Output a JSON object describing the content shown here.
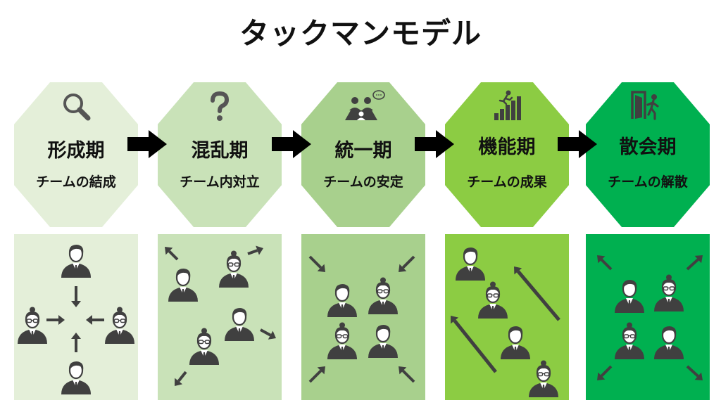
{
  "title": "タックマンモデル",
  "stages": [
    {
      "name": "形成期",
      "subtitle": "チームの結成",
      "icon": "magnifier-icon",
      "color": "#e4efd9"
    },
    {
      "name": "混乱期",
      "subtitle": "チーム内対立",
      "icon": "question-mark-icon",
      "color": "#c9e2b8"
    },
    {
      "name": "統一期",
      "subtitle": "チームの安定",
      "icon": "meeting-icon",
      "color": "#a8d08d"
    },
    {
      "name": "機能期",
      "subtitle": "チームの成果",
      "icon": "stairs-runner-icon",
      "color": "#8ccc43"
    },
    {
      "name": "散会期",
      "subtitle": "チームの解散",
      "icon": "exit-door-icon",
      "color": "#00b050"
    }
  ],
  "colors": {
    "figure": "#404040",
    "arrow": "#000000"
  }
}
